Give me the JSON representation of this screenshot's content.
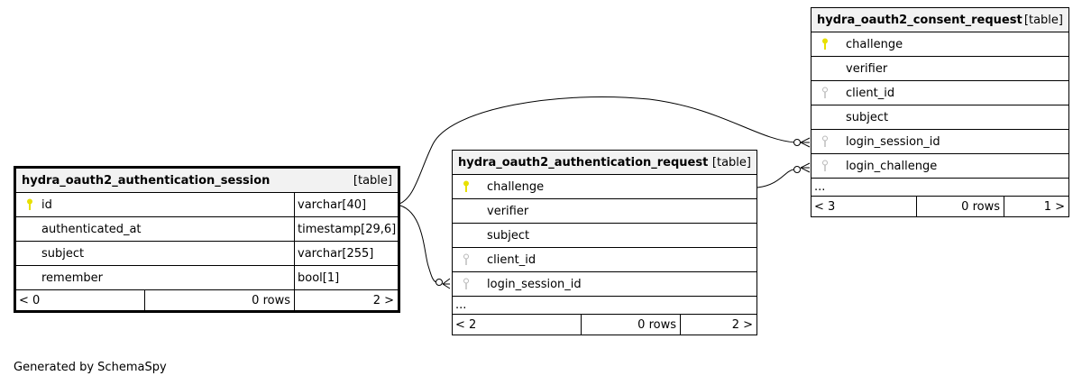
{
  "tables": {
    "session": {
      "name": "hydra_oauth2_authentication_session",
      "type": "[table]",
      "columns": [
        {
          "name": "id",
          "type": "varchar[40]",
          "key": "primary"
        },
        {
          "name": "authenticated_at",
          "type": "timestamp[29,6]",
          "key": "none"
        },
        {
          "name": "subject",
          "type": "varchar[255]",
          "key": "none"
        },
        {
          "name": "remember",
          "type": "bool[1]",
          "key": "none"
        }
      ],
      "footer": {
        "parents": "< 0",
        "rows": "0 rows",
        "children": "2 >"
      }
    },
    "auth_request": {
      "name": "hydra_oauth2_authentication_request",
      "type": "[table]",
      "columns": [
        {
          "name": "challenge",
          "key": "primary"
        },
        {
          "name": "verifier",
          "key": "none"
        },
        {
          "name": "subject",
          "key": "none"
        },
        {
          "name": "client_id",
          "key": "foreign"
        },
        {
          "name": "login_session_id",
          "key": "foreign"
        }
      ],
      "ellipsis": "...",
      "footer": {
        "parents": "< 2",
        "rows": "0 rows",
        "children": "2 >"
      }
    },
    "consent_request": {
      "name": "hydra_oauth2_consent_request",
      "type": "[table]",
      "columns": [
        {
          "name": "challenge",
          "key": "primary"
        },
        {
          "name": "verifier",
          "key": "none"
        },
        {
          "name": "client_id",
          "key": "foreign"
        },
        {
          "name": "subject",
          "key": "none"
        },
        {
          "name": "login_session_id",
          "key": "foreign"
        },
        {
          "name": "login_challenge",
          "key": "foreign"
        }
      ],
      "ellipsis": "...",
      "footer": {
        "parents": "< 3",
        "rows": "0 rows",
        "children": "1 >"
      }
    }
  },
  "colors": {
    "primary_key": "#e8e000",
    "foreign_key": "#b8b8b8",
    "header_bg": "#f2f2f2"
  },
  "generated_by": "Generated by SchemaSpy"
}
